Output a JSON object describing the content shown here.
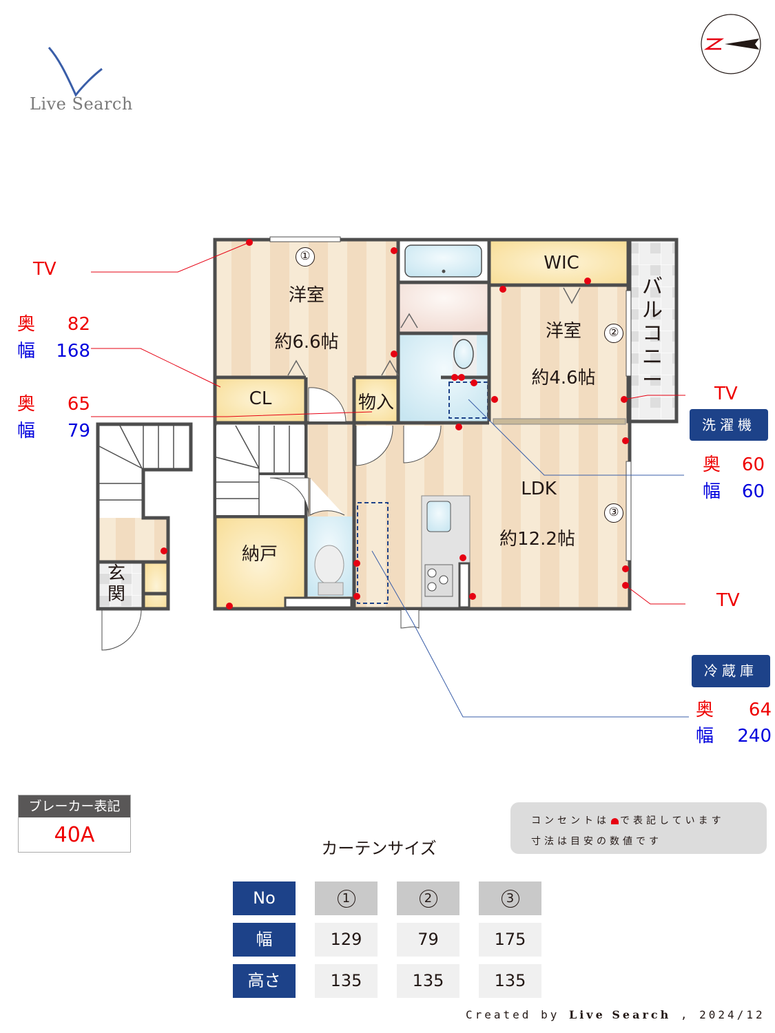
{
  "logo": {
    "text": "Live Search",
    "mark_color": "#3a5ea8"
  },
  "compass": {
    "label": "N",
    "label_color": "#e60012"
  },
  "rooms": {
    "western1": {
      "name": "洋室",
      "size": "約6.6帖"
    },
    "western2": {
      "name": "洋室",
      "size": "約4.6帖"
    },
    "ldk": {
      "name": "LDK",
      "size": "約12.2帖"
    },
    "wic": {
      "name": "WIC"
    },
    "cl": {
      "name": "CL"
    },
    "storage": {
      "name": "物入"
    },
    "nando": {
      "name": "納戸"
    },
    "entrance": {
      "name": "玄関"
    },
    "balcony": {
      "name": "バルコニー"
    }
  },
  "window_markers": [
    "①",
    "②",
    "③"
  ],
  "tv_labels": [
    "TV",
    "TV",
    "TV"
  ],
  "left_dimensions": [
    {
      "depth_label": "奥",
      "depth": "82",
      "width_label": "幅",
      "width": "168"
    },
    {
      "depth_label": "奥",
      "depth": "65",
      "width_label": "幅",
      "width": "79"
    }
  ],
  "appliances": {
    "washer": {
      "label": "洗濯機",
      "depth_label": "奥",
      "depth": "60",
      "width_label": "幅",
      "width": "60"
    },
    "fridge": {
      "label": "冷蔵庫",
      "depth_label": "奥",
      "depth": "64",
      "width_label": "幅",
      "width": "240"
    }
  },
  "breaker": {
    "title": "ブレーカー表記",
    "value": "40A"
  },
  "note": {
    "line1_pre": "コンセントは",
    "line1_post": "で表記しています",
    "line2": "寸法は目安の数値です"
  },
  "curtain": {
    "title": "カーテンサイズ",
    "row_headers": [
      "No",
      "幅",
      "高さ"
    ],
    "columns": [
      {
        "no": "1",
        "width": "129",
        "height": "135"
      },
      {
        "no": "2",
        "width": "79",
        "height": "135"
      },
      {
        "no": "3",
        "width": "175",
        "height": "135"
      }
    ]
  },
  "credit": {
    "prefix": "Created by",
    "brand": "Live Search",
    "date": ", 2024/12"
  },
  "colors": {
    "wall": "#4d4d4d",
    "outlet": "#e60012",
    "badge": "#1d4289",
    "floor_a": "#f2dcc0",
    "floor_b": "#f7ead5"
  }
}
